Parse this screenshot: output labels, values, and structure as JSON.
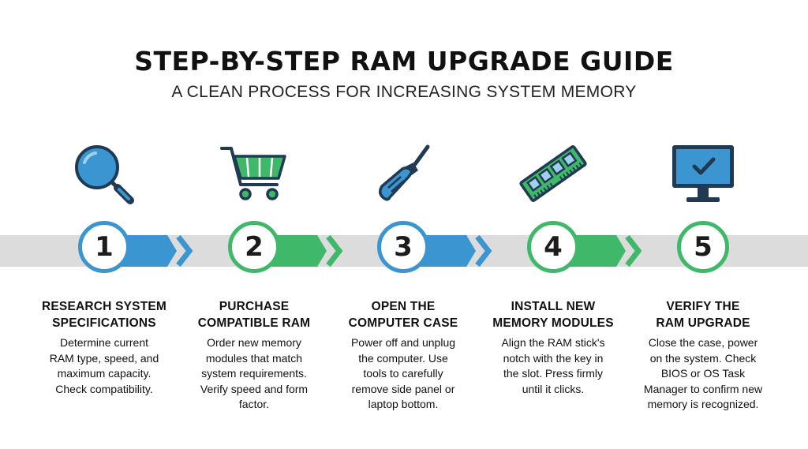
{
  "title": "STEP-BY-STEP RAM UPGRADE GUIDE",
  "subtitle": "A CLEAN PROCESS FOR INCREASING SYSTEM MEMORY",
  "colors": {
    "blue": "#3b95d1",
    "green": "#3fb86a",
    "dark": "#1f3a52",
    "band": "#dcdcdc"
  },
  "steps": [
    {
      "number": "1",
      "heading_line1": "RESEARCH SYSTEM",
      "heading_line2": "SPECIFICATIONS",
      "desc": [
        "Determine current",
        "RAM type, speed, and",
        "maximum capacity.",
        "Check compatibility."
      ],
      "icon": "magnifying-glass-icon",
      "color": "#3b95d1"
    },
    {
      "number": "2",
      "heading_line1": "PURCHASE",
      "heading_line2": "COMPATIBLE RAM",
      "desc": [
        "Order new memory",
        "modules that match",
        "system requirements.",
        "Verify speed and form",
        "factor."
      ],
      "icon": "shopping-cart-icon",
      "color": "#3fb86a"
    },
    {
      "number": "3",
      "heading_line1": "OPEN THE",
      "heading_line2": "COMPUTER CASE",
      "desc": [
        "Power off and unplug",
        "the computer. Use",
        "tools to carefully",
        "remove side panel or",
        "laptop bottom."
      ],
      "icon": "screwdriver-icon",
      "color": "#3b95d1"
    },
    {
      "number": "4",
      "heading_line1": "INSTALL NEW",
      "heading_line2": "MEMORY MODULES",
      "desc": [
        "Align the RAM stick's",
        "notch with the key in",
        "the slot. Press firmly",
        "until it clicks."
      ],
      "icon": "ram-stick-icon",
      "color": "#3fb86a"
    },
    {
      "number": "5",
      "heading_line1": "VERIFY THE",
      "heading_line2": "RAM UPGRADE",
      "desc": [
        "Close the case, power",
        "on the system. Check",
        "BIOS or OS Task",
        "Manager to confirm new",
        "memory is recognized."
      ],
      "icon": "monitor-check-icon",
      "color": "#3fb86a"
    }
  ]
}
